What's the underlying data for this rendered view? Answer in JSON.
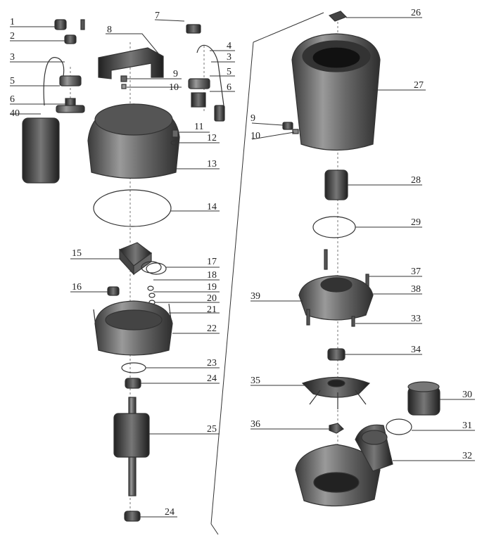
{
  "labels": {
    "p1": "1",
    "p2": "2",
    "p3": "3",
    "p4": "4",
    "p5": "5",
    "p6": "6",
    "p7": "7",
    "p8": "8",
    "p9": "9",
    "p10": "10",
    "p11": "11",
    "p12": "12",
    "p13": "13",
    "p14": "14",
    "p15": "15",
    "p16": "16",
    "p17": "17",
    "p18": "18",
    "p19": "19",
    "p20": "20",
    "p21": "21",
    "p22": "22",
    "p23": "23",
    "p24": "24",
    "p25": "25",
    "p26": "26",
    "p27": "27",
    "p28": "28",
    "p29": "29",
    "p30": "30",
    "p31": "31",
    "p32": "32",
    "p33": "33",
    "p34": "34",
    "p35": "35",
    "p36": "36",
    "p37": "37",
    "p38": "38",
    "p39": "39",
    "p40": "40"
  }
}
